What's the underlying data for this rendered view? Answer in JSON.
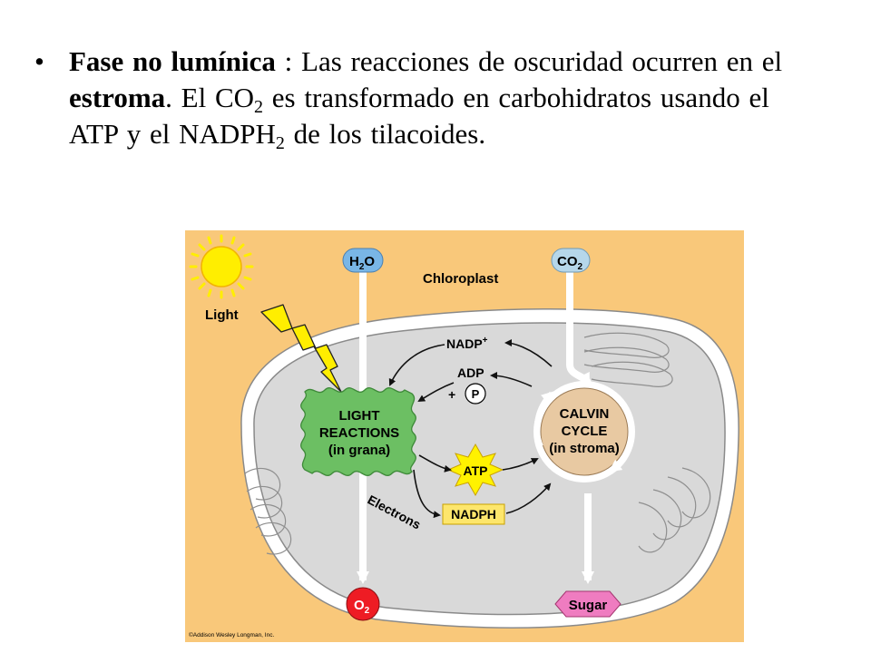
{
  "bullet": {
    "marker": "•",
    "phase_title": "Fase no lumínica",
    "sep": " : ",
    "t1": "Las reacciones de oscuridad ocurren en el ",
    "stroma_word": "estroma",
    "t2": ". El CO",
    "sub2a": "2",
    "t3": " es transformado en carbohidratos usando el ATP y el NADPH",
    "sub2b": "2",
    "t4": " de los tilacoides."
  },
  "diagram": {
    "light": "Light",
    "h2o_main": "H",
    "h2o_sub": "2",
    "h2o_end": "O",
    "co2_main": "CO",
    "co2_sub": "2",
    "chloroplast": "Chloroplast",
    "nadp": "NADP",
    "nadp_sup": "+",
    "adp": "ADP",
    "plus": "+",
    "p": "P",
    "light_reactions_1": "LIGHT",
    "light_reactions_2": "REACTIONS",
    "light_reactions_3": "(in grana)",
    "calvin_1": "CALVIN",
    "calvin_2": "CYCLE",
    "calvin_3": "(in stroma)",
    "atp": "ATP",
    "nadph": "NADPH",
    "electrons": "Electrons",
    "o2_main": "O",
    "o2_sub": "2",
    "sugar": "Sugar",
    "copyright": "©Addison Wesley Longman, Inc."
  },
  "colors": {
    "background": "#f9c87a",
    "chloroplast_fill": "#d9d9d9",
    "light_reactions": "#6cbf63",
    "calvin": "#e8c9a2",
    "h2o": "#79b6e6",
    "co2": "#b6d7ea",
    "o2": "#ee1c24",
    "sugar": "#ef7cc0",
    "nadph_box": "#fde66c",
    "atp_star": "#fff200",
    "sun": "#ffee00"
  }
}
